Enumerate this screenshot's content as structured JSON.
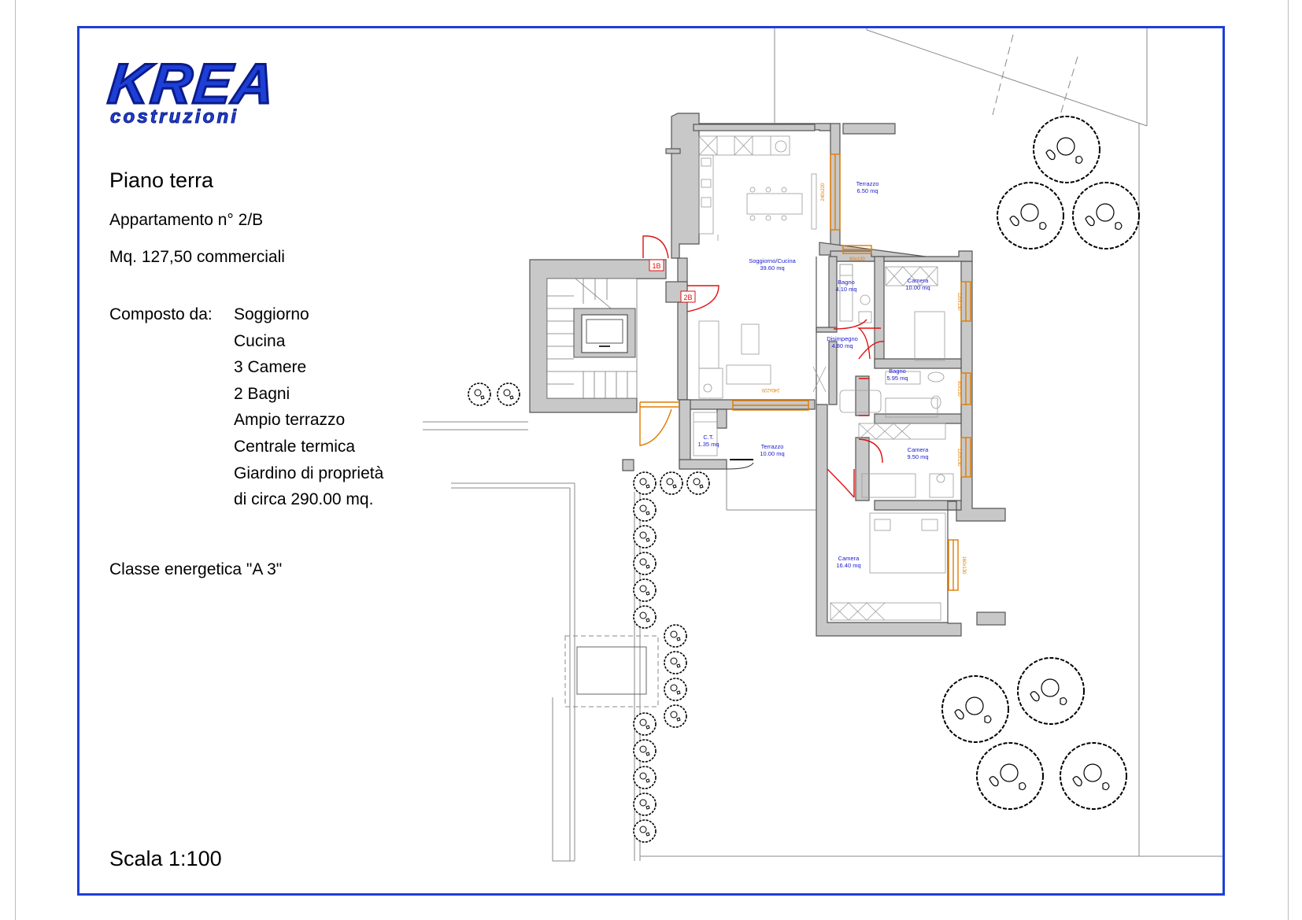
{
  "header": {
    "logo_word": "KREA",
    "logo_sub": "costruzioni",
    "title": "Piano terra",
    "apartment": "Appartamento n° 2/B",
    "area": "Mq. 127,50 commerciali"
  },
  "composition": {
    "label": "Composto da:",
    "items": [
      "Soggiorno",
      "Cucina",
      "3 Camere",
      "2 Bagni",
      "Ampio terrazzo",
      "Centrale termica",
      "Giardino di proprietà",
      "di circa 290.00 mq."
    ]
  },
  "energy_class": "Classe energetica \"A 3\"",
  "scale": "Scala 1:100",
  "colors": {
    "frame": "#1e3fd6",
    "wall": "#c8c8c8",
    "room_label": "#1a1acc",
    "window": "#e07b00",
    "door": "#e01010"
  },
  "rooms": {
    "terrazzo_top": {
      "name": "Terrazzo",
      "area": "6.50 mq"
    },
    "soggiorno": {
      "name": "Soggiorno/Cucina",
      "area": "39.60 mq"
    },
    "bagno1": {
      "name": "Bagno",
      "area": "4.10 mq"
    },
    "camera1": {
      "name": "Camera",
      "area": "10.00 mq"
    },
    "disimpegno": {
      "name": "Disimpegno",
      "area": "4.80 mq"
    },
    "bagno2": {
      "name": "Bagno",
      "area": "5.95 mq"
    },
    "camera2": {
      "name": "Camera",
      "area": "9.50 mq"
    },
    "ct": {
      "name": "C.T.",
      "area": "1.35 mq"
    },
    "terrazzo_bottom": {
      "name": "Terrazzo",
      "area": "10.00 mq"
    },
    "camera3": {
      "name": "Camera",
      "area": "16.40 mq"
    }
  },
  "door_tags": {
    "d1": "1B",
    "d2": "2B"
  },
  "window_tags": {
    "w1": "240x220",
    "w2": "80x130",
    "w3": "120x130",
    "w4": "80x130",
    "w5": "120x130",
    "w6": "160x130",
    "w7": "240x220"
  }
}
